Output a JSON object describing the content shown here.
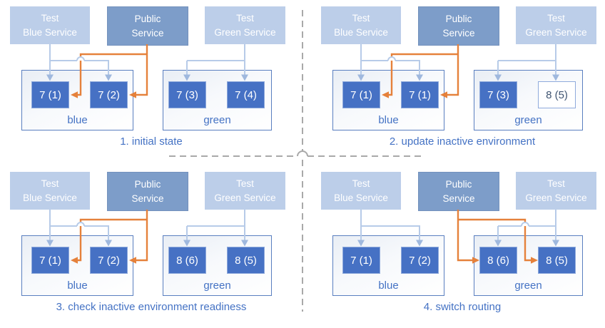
{
  "diagram": {
    "colors": {
      "test_service_fill": "#bccee9",
      "public_service_fill": "#7d9dc9",
      "service_text": "#ffffff",
      "pod_fill": "#4671c4",
      "pod_border": "#8faadc",
      "pod_text": "#ffffff",
      "outline_pod_fill": "#ffffff",
      "outline_pod_text": "#3f5471",
      "env_border": "#5a7fc0",
      "env_fill_top": "#e9eef5",
      "label_text": "#4472c4",
      "arrow_light": "#b7cbe8",
      "arrow_light_head": "#9fb8de",
      "arrow_orange": "#e5813b",
      "divider": "#a9a9a9"
    },
    "panels": [
      {
        "title": "1. initial state",
        "public_route": "blue",
        "services": [
          {
            "lines": [
              "Test",
              "Blue Service"
            ]
          },
          {
            "lines": [
              "Public",
              "Service"
            ]
          },
          {
            "lines": [
              "Test",
              "Green Service"
            ]
          }
        ],
        "environments": [
          {
            "label": "blue",
            "pods": [
              {
                "label": "7 (1)",
                "style": "filled"
              },
              {
                "label": "7 (2)",
                "style": "filled"
              }
            ]
          },
          {
            "label": "green",
            "pods": [
              {
                "label": "7 (3)",
                "style": "filled"
              },
              {
                "label": "7 (4)",
                "style": "filled"
              }
            ]
          }
        ]
      },
      {
        "title": "2. update inactive environment",
        "public_route": "blue",
        "services": [
          {
            "lines": [
              "Test",
              "Blue Service"
            ]
          },
          {
            "lines": [
              "Public",
              "Service"
            ]
          },
          {
            "lines": [
              "Test",
              "Green Service"
            ]
          }
        ],
        "environments": [
          {
            "label": "blue",
            "pods": [
              {
                "label": "7 (1)",
                "style": "filled"
              },
              {
                "label": "7 (1)",
                "style": "filled"
              }
            ]
          },
          {
            "label": "green",
            "pods": [
              {
                "label": "7 (3)",
                "style": "filled"
              },
              {
                "label": "8 (5)",
                "style": "outline"
              }
            ]
          }
        ]
      },
      {
        "title": "3. check inactive environment readiness",
        "public_route": "blue",
        "services": [
          {
            "lines": [
              "Test",
              "Blue Service"
            ]
          },
          {
            "lines": [
              "Public",
              "Service"
            ]
          },
          {
            "lines": [
              "Test",
              "Green Service"
            ]
          }
        ],
        "environments": [
          {
            "label": "blue",
            "pods": [
              {
                "label": "7 (1)",
                "style": "filled"
              },
              {
                "label": "7 (2)",
                "style": "filled"
              }
            ]
          },
          {
            "label": "green",
            "pods": [
              {
                "label": "8 (6)",
                "style": "filled"
              },
              {
                "label": "8 (5)",
                "style": "filled"
              }
            ]
          }
        ]
      },
      {
        "title": "4. switch routing",
        "public_route": "green",
        "services": [
          {
            "lines": [
              "Test",
              "Blue Service"
            ]
          },
          {
            "lines": [
              "Public",
              "Service"
            ]
          },
          {
            "lines": [
              "Test",
              "Green Service"
            ]
          }
        ],
        "environments": [
          {
            "label": "blue",
            "pods": [
              {
                "label": "7 (1)",
                "style": "filled"
              },
              {
                "label": "7 (2)",
                "style": "filled"
              }
            ]
          },
          {
            "label": "green",
            "pods": [
              {
                "label": "8 (6)",
                "style": "filled"
              },
              {
                "label": "8 (5)",
                "style": "filled"
              }
            ]
          }
        ]
      }
    ]
  }
}
